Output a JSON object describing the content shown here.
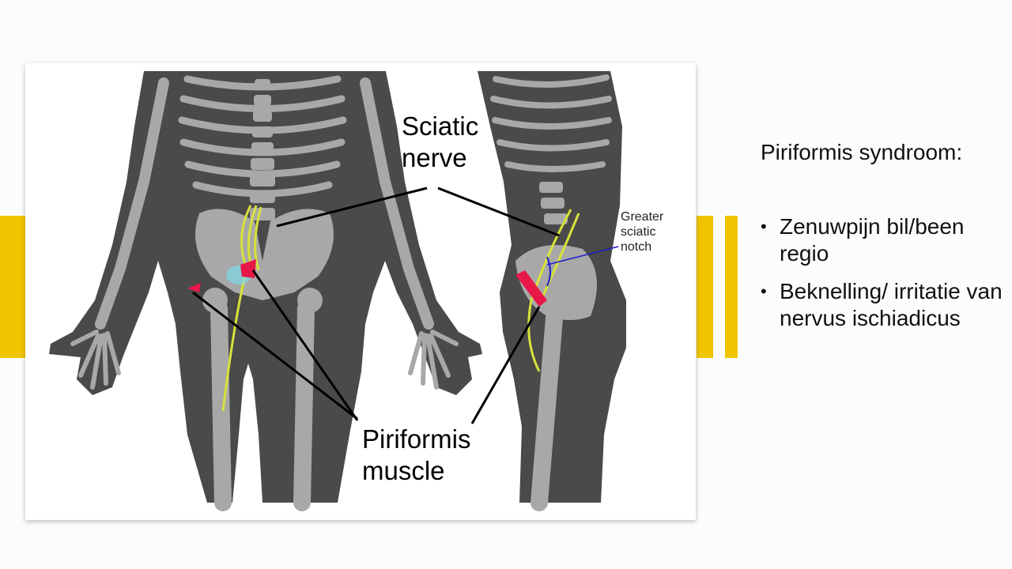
{
  "colors": {
    "accent": "#f0c400",
    "skeleton_bg": "#4a4a4a",
    "bone": "#a8a8a8",
    "nerve": "#d8e23a",
    "muscle": "#e8174a",
    "notch_line": "#1a1acc"
  },
  "figure": {
    "label_sciatic_nerve": "Sciatic\nnerve",
    "label_piriformis_muscle": "Piriformis\nmuscle",
    "label_greater_sciatic_notch": "Greater\nsciatic\nnotch"
  },
  "panel": {
    "title": "Piriformis syndroom:",
    "bullets": [
      {
        "text": "Zenuwpijn bil/been regio"
      },
      {
        "text": "Beknelling/ irritatie van nervus ischiadicus"
      }
    ]
  }
}
